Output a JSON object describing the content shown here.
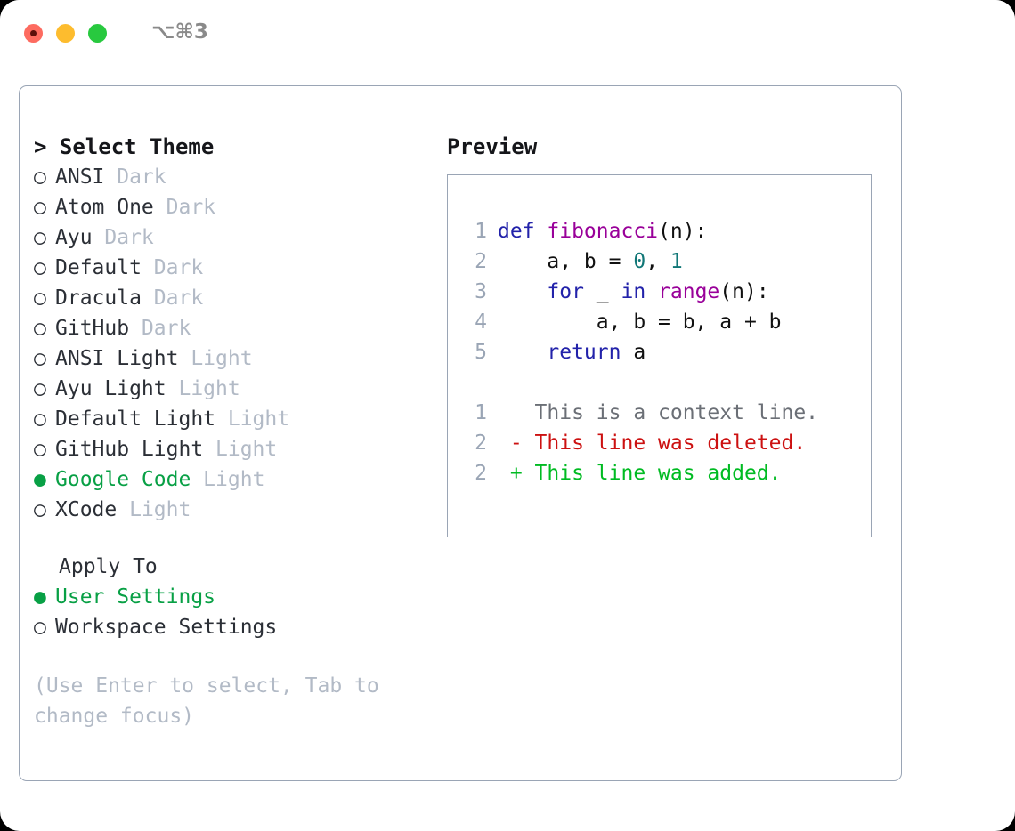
{
  "titlebar": {
    "traffic_lights": [
      "close",
      "minimize",
      "maximize"
    ],
    "shortcut": "⌥⌘3"
  },
  "theme_panel": {
    "heading": "> Select Theme",
    "bullet_off": "○",
    "bullet_on": "●",
    "options": [
      {
        "name": "ANSI",
        "tag": "Dark",
        "selected": false
      },
      {
        "name": "Atom One",
        "tag": "Dark",
        "selected": false
      },
      {
        "name": "Ayu",
        "tag": "Dark",
        "selected": false
      },
      {
        "name": "Default",
        "tag": "Dark",
        "selected": false
      },
      {
        "name": "Dracula",
        "tag": "Dark",
        "selected": false
      },
      {
        "name": "GitHub",
        "tag": "Dark",
        "selected": false
      },
      {
        "name": "ANSI Light",
        "tag": "Light",
        "selected": false
      },
      {
        "name": "Ayu Light",
        "tag": "Light",
        "selected": false
      },
      {
        "name": "Default Light",
        "tag": "Light",
        "selected": false
      },
      {
        "name": "GitHub Light",
        "tag": "Light",
        "selected": false
      },
      {
        "name": "Google Code",
        "tag": "Light",
        "selected": true
      },
      {
        "name": "XCode",
        "tag": "Light",
        "selected": false
      }
    ]
  },
  "apply_to": {
    "heading": "Apply To",
    "options": [
      {
        "name": "User Settings",
        "selected": true
      },
      {
        "name": "Workspace Settings",
        "selected": false
      }
    ]
  },
  "hint": "(Use Enter to select, Tab to change focus)",
  "preview": {
    "heading": "Preview",
    "code_lines": [
      {
        "num": "1",
        "tokens": [
          {
            "t": "def ",
            "c": "kw"
          },
          {
            "t": "fibonacci",
            "c": "fn"
          },
          {
            "t": "(n):",
            "c": "pln"
          }
        ]
      },
      {
        "num": "2",
        "tokens": [
          {
            "t": "    a, b = ",
            "c": "pln"
          },
          {
            "t": "0",
            "c": "num"
          },
          {
            "t": ", ",
            "c": "pln"
          },
          {
            "t": "1",
            "c": "num"
          }
        ]
      },
      {
        "num": "3",
        "tokens": [
          {
            "t": "    ",
            "c": "pln"
          },
          {
            "t": "for",
            "c": "kw"
          },
          {
            "t": " _ ",
            "c": "pln"
          },
          {
            "t": "in",
            "c": "kw"
          },
          {
            "t": " ",
            "c": "pln"
          },
          {
            "t": "range",
            "c": "fn"
          },
          {
            "t": "(n):",
            "c": "pln"
          }
        ]
      },
      {
        "num": "4",
        "tokens": [
          {
            "t": "        a, b = b, a + b",
            "c": "pln"
          }
        ]
      },
      {
        "num": "5",
        "tokens": [
          {
            "t": "    ",
            "c": "pln"
          },
          {
            "t": "return",
            "c": "kw"
          },
          {
            "t": " a",
            "c": "pln"
          }
        ]
      }
    ],
    "diff_lines": [
      {
        "num": "1",
        "marker": "  ",
        "text": "This is a context line.",
        "kind": "ctx"
      },
      {
        "num": "2",
        "marker": "- ",
        "text": "This line was deleted.",
        "kind": "del"
      },
      {
        "num": "2",
        "marker": "+ ",
        "text": "This line was added.",
        "kind": "add"
      }
    ]
  },
  "colors": {
    "accent_green": "#08a045",
    "muted": "#b2bac6",
    "border": "#9aa5b5",
    "keyword": "#2222aa",
    "function": "#990099",
    "number": "#117777",
    "diff_deleted": "#cc1111",
    "diff_added": "#00bb22",
    "traffic_close": "#fd6b60",
    "traffic_minimize": "#fdbc2e",
    "traffic_maximize": "#28c93f"
  }
}
